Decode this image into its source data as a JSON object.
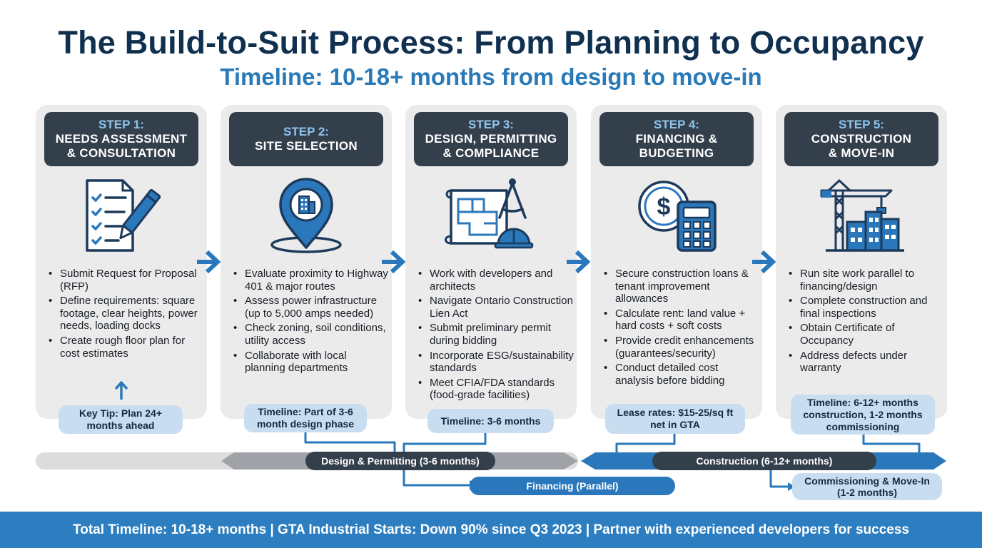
{
  "title": "The Build-to-Suit Process: From Planning to Occupancy",
  "subtitle": "Timeline: 10-18+ months from design to move-in",
  "steps": [
    {
      "step": "STEP 1:",
      "name_line1": "NEEDS ASSESSMENT",
      "name_line2": "& CONSULTATION",
      "icon": "checklist-pencil-icon",
      "items": [
        "Submit Request for Proposal (RFP)",
        "Define requirements: square footage, clear heights, power needs, loading docks",
        "Create rough floor plan for cost estimates"
      ],
      "tip_line1": "Key Tip: Plan 24+",
      "tip_line2": "months ahead"
    },
    {
      "step": "STEP 2:",
      "name_line1": "SITE SELECTION",
      "name_line2": "",
      "icon": "location-pin-icon",
      "items": [
        "Evaluate proximity to Highway 401 & major routes",
        "Assess power infrastructure (up to 5,000 amps needed)",
        "Check zoning, soil conditions, utility access",
        "Collaborate with local planning departments"
      ],
      "tip_line1": "Timeline: Part of 3-6",
      "tip_line2": "month design phase"
    },
    {
      "step": "STEP 3:",
      "name_line1": "DESIGN, PERMITTING",
      "name_line2": "& COMPLIANCE",
      "icon": "blueprint-compass-icon",
      "items": [
        "Work with developers and architects",
        "Navigate Ontario Construction Lien Act",
        "Submit preliminary permit during bidding",
        "Incorporate ESG/sustainability standards",
        "Meet CFIA/FDA standards (food-grade facilities)"
      ],
      "tip_line1": "Timeline: 3-6 months",
      "tip_line2": ""
    },
    {
      "step": "STEP 4:",
      "name_line1": "FINANCING &",
      "name_line2": "BUDGETING",
      "icon": "dollar-calculator-icon",
      "items": [
        "Secure construction loans & tenant improvement allowances",
        "Calculate rent: land value + hard costs + soft costs",
        "Provide credit enhancements (guarantees/security)",
        "Conduct detailed cost analysis before bidding"
      ],
      "tip_line1": "Lease rates: $15-25/sq ft",
      "tip_line2": "net in GTA"
    },
    {
      "step": "STEP 5:",
      "name_line1": "CONSTRUCTION",
      "name_line2": "& MOVE-IN",
      "icon": "crane-building-icon",
      "items": [
        "Run site work parallel to financing/design",
        "Complete construction and final inspections",
        "Obtain Certificate of Occupancy",
        "Address defects under warranty"
      ],
      "tip_line1": "Timeline: 6-12+ months",
      "tip_line2": "construction, 1-2 months",
      "tip_line3": "commissioning"
    }
  ],
  "timeline": {
    "design_label": "Design & Permitting (3-6 months)",
    "construction_label": "Construction (6-12+ months)",
    "financing_label": "Financing (Parallel)",
    "commissioning_line1": "Commissioning & Move-In",
    "commissioning_line2": "(1-2 months)"
  },
  "footer": "Total Timeline: 10-18+ months | GTA Industrial Starts: Down 90% since Q3 2023 | Partner with experienced developers for success",
  "colors": {
    "navy": "#10304f",
    "accent_blue": "#2a7ab8",
    "card_header": "#343f4c",
    "tip_fill": "#c8ddef",
    "footer": "#2d7ec0"
  }
}
